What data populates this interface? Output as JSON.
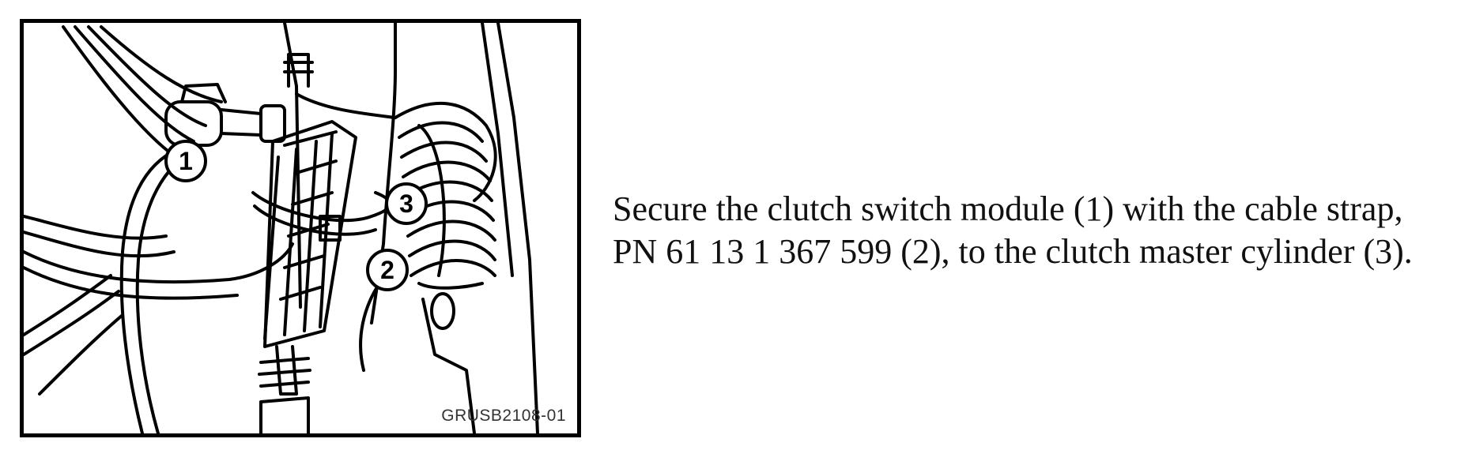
{
  "figure": {
    "figure_id": "GRUSB2108-01",
    "callouts": [
      "1",
      "2",
      "3"
    ]
  },
  "instruction": {
    "text": "Secure the clutch switch module (1) with the cable strap, PN 61 13 1 367 599 (2), to the clutch master cylinder (3)."
  }
}
